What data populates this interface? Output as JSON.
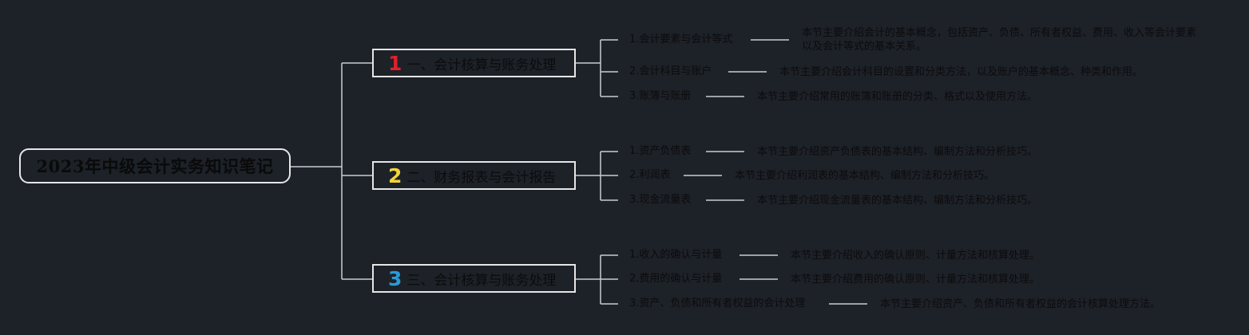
{
  "root": {
    "title": "2023年中级会计实务知识笔记"
  },
  "colors": {
    "background": "#1d2128",
    "connector": "#c8ccd2",
    "node_border": "#e6e6e6",
    "marker_1": "#e0202c",
    "marker_2": "#f2d43a",
    "marker_3": "#2a9ad8"
  },
  "branches": [
    {
      "marker": "1",
      "title": "一、会计核算与账务处理",
      "children": [
        {
          "label": "1.会计要素与会计等式",
          "desc": "本节主要介绍会计的基本概念，包括资产、负债、所有者权益、费用、收入等会计要素以及会计等式的基本关系。"
        },
        {
          "label": "2.会计科目与账户",
          "desc": "本节主要介绍会计科目的设置和分类方法，以及账户的基本概念、种类和作用。"
        },
        {
          "label": "3.账簿与账册",
          "desc": "本节主要介绍常用的账簿和账册的分类、格式以及使用方法。"
        }
      ]
    },
    {
      "marker": "2",
      "title": "二、财务报表与会计报告",
      "children": [
        {
          "label": "1.资产负债表",
          "desc": "本节主要介绍资产负债表的基本结构、编制方法和分析技巧。"
        },
        {
          "label": "2.利润表",
          "desc": "本节主要介绍利润表的基本结构、编制方法和分析技巧。"
        },
        {
          "label": "3.现金流量表",
          "desc": "本节主要介绍现金流量表的基本结构、编制方法和分析技巧。"
        }
      ]
    },
    {
      "marker": "3",
      "title": "三、会计核算与账务处理",
      "children": [
        {
          "label": "1.收入的确认与计量",
          "desc": "本节主要介绍收入的确认原则、计量方法和核算处理。"
        },
        {
          "label": "2.费用的确认与计量",
          "desc": "本节主要介绍费用的确认原则、计量方法和核算处理。"
        },
        {
          "label": "3.资产、负债和所有者权益的会计处理",
          "desc": "本节主要介绍资产、负债和所有者权益的会计核算处理方法。"
        }
      ]
    }
  ]
}
